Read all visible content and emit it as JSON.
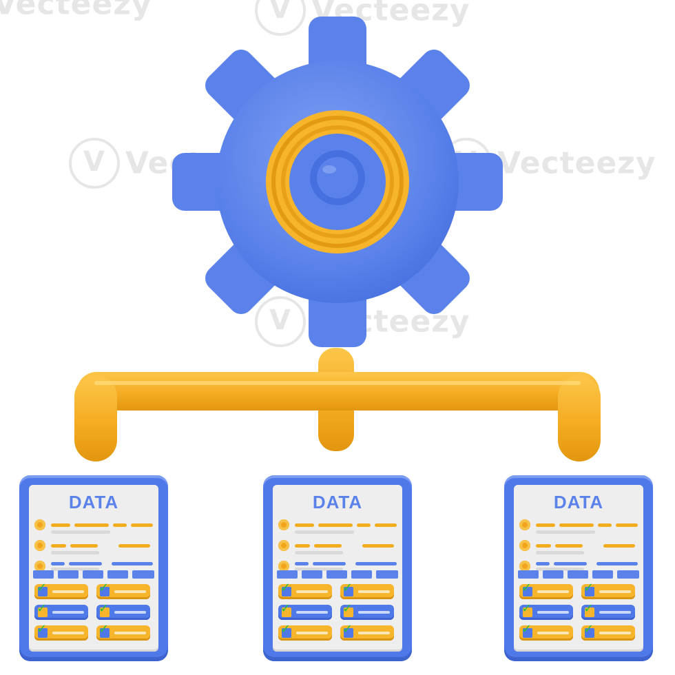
{
  "watermark": {
    "brand": "Vecteezy"
  },
  "colors": {
    "gear_blue": "#5a82ea",
    "gear_blue_dark": "#3f66d3",
    "gear_blue_light": "#7c9cf2",
    "accent_orange": "#f7b52c",
    "accent_orange_dark": "#e39a12",
    "check_green": "#2bbf3a",
    "paper": "#eeeeee"
  },
  "icons": [
    "gear-icon",
    "connector-pipe-icon",
    "data-document-icon",
    "checkbox-icon"
  ],
  "documents": [
    {
      "title": "DATA",
      "checked_items": 6
    },
    {
      "title": "DATA",
      "checked_items": 6
    },
    {
      "title": "DATA",
      "checked_items": 6
    }
  ]
}
